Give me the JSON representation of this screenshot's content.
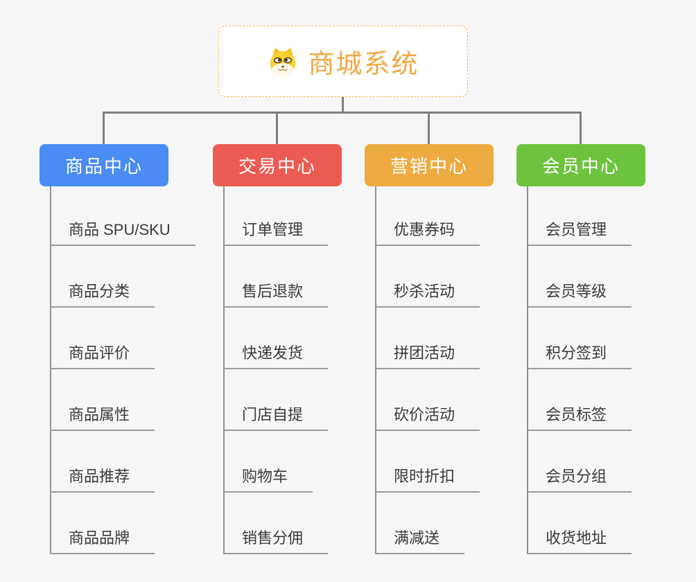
{
  "root": {
    "title": "商城系统",
    "icon": "shiba-dog-icon"
  },
  "branches": [
    {
      "label": "商品中心",
      "color": "#4a8cf3",
      "items": [
        "商品 SPU/SKU",
        "商品分类",
        "商品评价",
        "商品属性",
        "商品推荐",
        "商品品牌"
      ]
    },
    {
      "label": "交易中心",
      "color": "#ec5b53",
      "items": [
        "订单管理",
        "售后退款",
        "快递发货",
        "门店自提",
        "购物车",
        "销售分佣"
      ]
    },
    {
      "label": "营销中心",
      "color": "#edab41",
      "items": [
        "优惠券码",
        "秒杀活动",
        "拼团活动",
        "砍价活动",
        "限时折扣",
        "满减送"
      ]
    },
    {
      "label": "会员中心",
      "color": "#6ec33e",
      "items": [
        "会员管理",
        "会员等级",
        "积分签到",
        "会员标签",
        "会员分组",
        "收货地址"
      ]
    }
  ],
  "palette": {
    "background": "#f6f6f6",
    "connector": "#7e7e7e",
    "trunk": "#8f8f8f",
    "underline": "#9a9a9a",
    "leaf_text": "#3a3a3a",
    "header_text": "#ffffff",
    "root_text": "#f0a945",
    "root_border": "#f3b556",
    "root_background": "#ffffff"
  }
}
